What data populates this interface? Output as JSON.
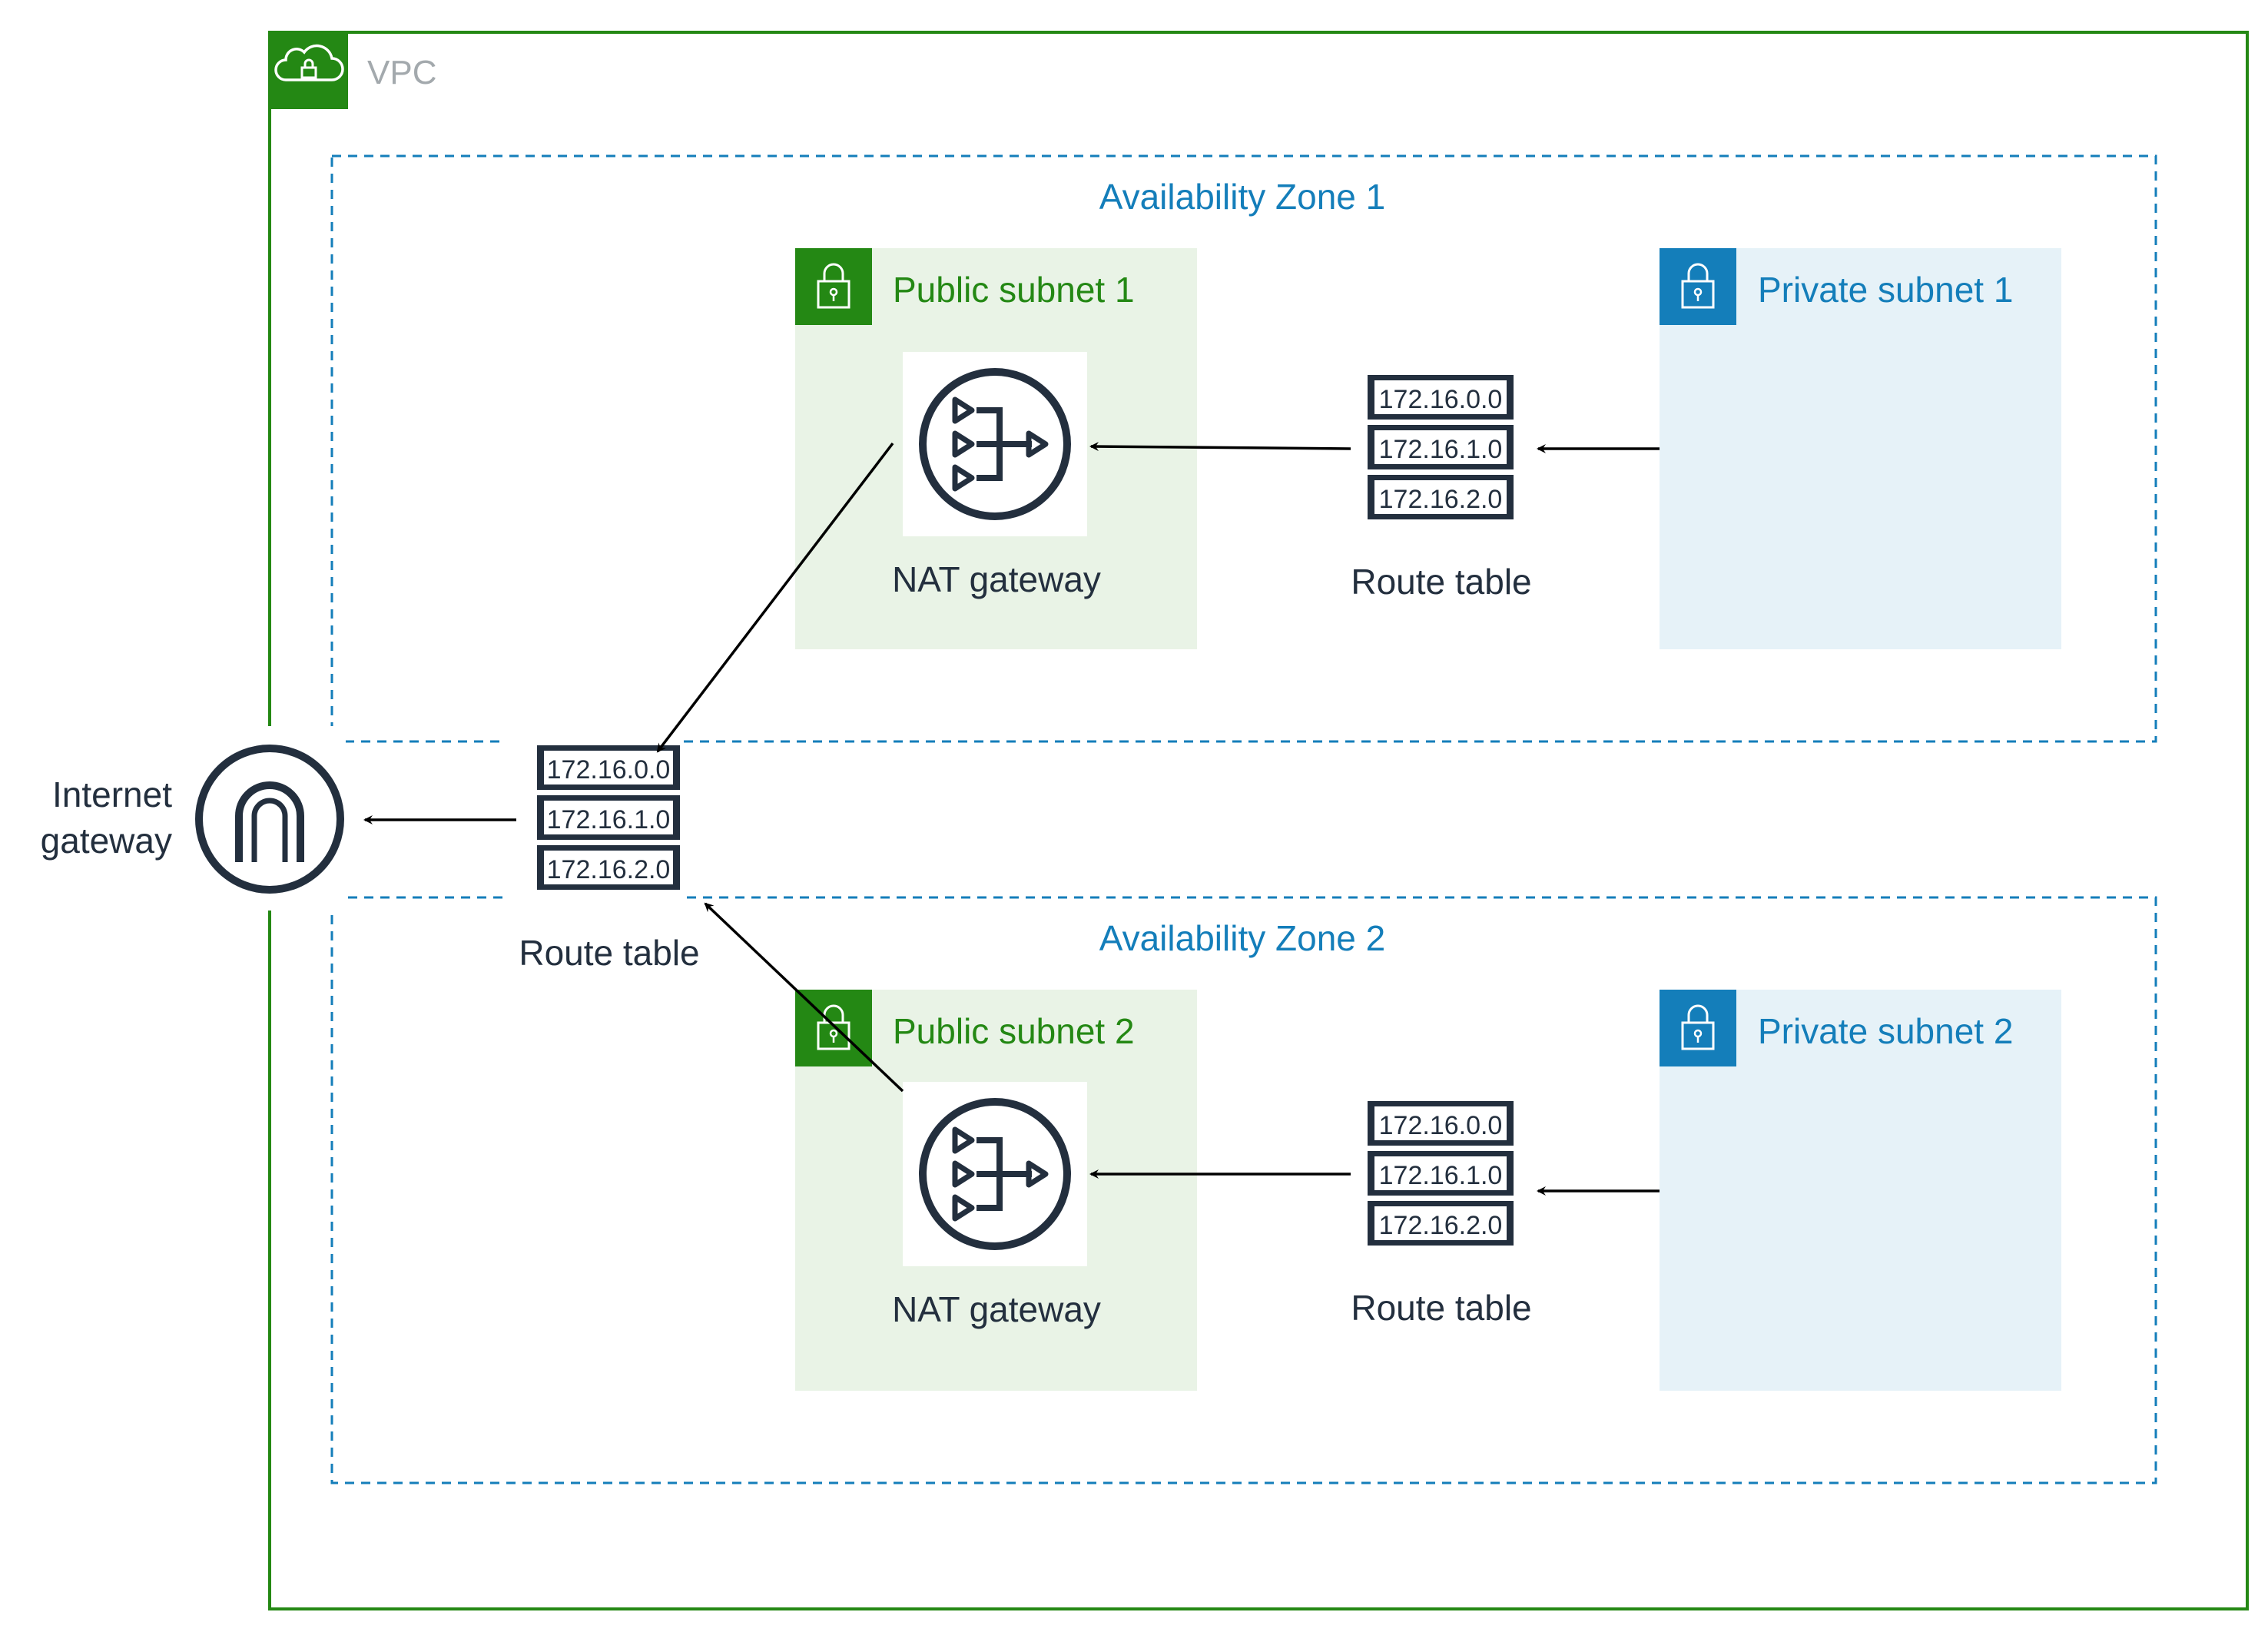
{
  "vpc": {
    "label": "VPC"
  },
  "zones": [
    {
      "label": "Availability Zone 1"
    },
    {
      "label": "Availability Zone 2"
    }
  ],
  "public_subnets": [
    {
      "label": "Public subnet 1",
      "gateway_label": "NAT gateway"
    },
    {
      "label": "Public subnet 2",
      "gateway_label": "NAT gateway"
    }
  ],
  "private_subnets": [
    {
      "label": "Private subnet 1"
    },
    {
      "label": "Private subnet 2"
    }
  ],
  "route_tables": [
    {
      "label": "Route table",
      "routes": [
        "172.16.0.0",
        "172.16.1.0",
        "172.16.2.0"
      ]
    },
    {
      "label": "Route table",
      "routes": [
        "172.16.0.0",
        "172.16.1.0",
        "172.16.2.0"
      ]
    },
    {
      "label": "Route table",
      "routes": [
        "172.16.0.0",
        "172.16.1.0",
        "172.16.2.0"
      ]
    }
  ],
  "internet_gateway": {
    "label_line1": "Internet",
    "label_line2": "gateway"
  },
  "icons": {
    "vpc": "cloud-lock-icon",
    "public_subnet": "padlock-icon",
    "private_subnet": "padlock-icon",
    "nat_gateway": "nat-gateway-icon",
    "internet_gateway": "internet-gateway-icon",
    "route_table": "route-table-icon"
  },
  "colors": {
    "vpc": "#248814",
    "public_subnet_fill": "#E9F3E6",
    "public_subnet_text": "#248814",
    "private_subnet_fill": "#E6F2F8",
    "private_subnet_text": "#147EBA",
    "zone_border": "#147EBA",
    "icon_dark": "#232F3E"
  }
}
